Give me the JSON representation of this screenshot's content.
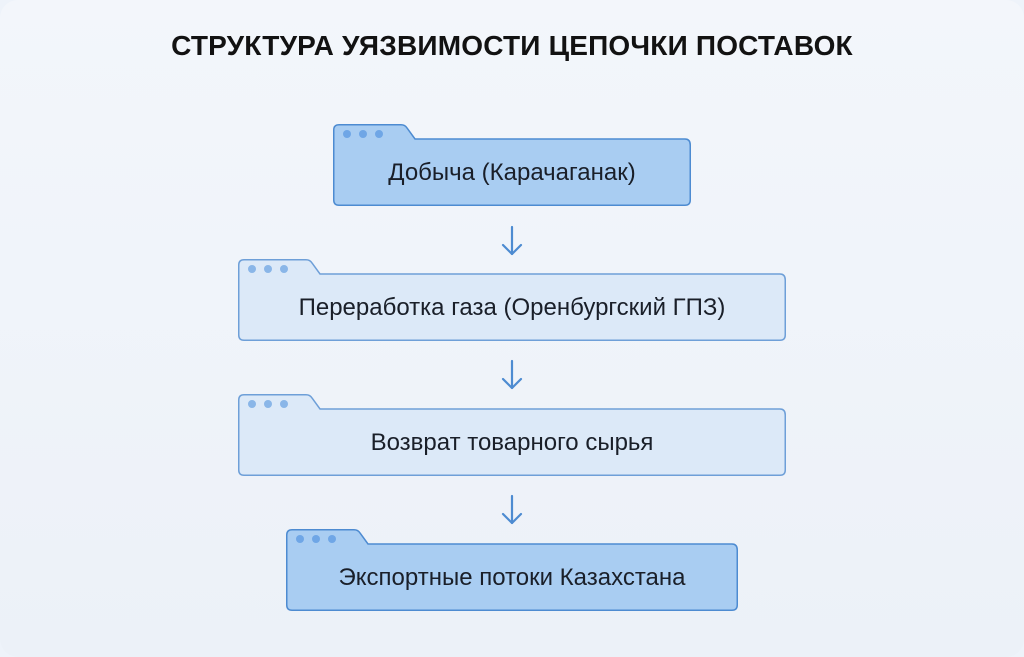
{
  "title": "СТРУКТУРА УЯЗВИМОСТИ ЦЕПОЧКИ ПОСТАВОК",
  "colors": {
    "dark_fill": "#a9cdf2",
    "dark_stroke": "#4d8bd1",
    "dark_dot": "#6fa6e6",
    "light_fill": "#dce9f8",
    "light_stroke": "#6e9fd8",
    "light_dot": "#8ab6e8",
    "arrow": "#4d8bd1",
    "text": "#1a1f29"
  },
  "steps": [
    {
      "label": "Добыча (Карачаганак)",
      "variant": "dark"
    },
    {
      "label": "Переработка газа (Оренбургский ГПЗ)",
      "variant": "light"
    },
    {
      "label": "Возврат товарного сырья",
      "variant": "light"
    },
    {
      "label": "Экспортные потоки Казахстана",
      "variant": "dark"
    }
  ]
}
